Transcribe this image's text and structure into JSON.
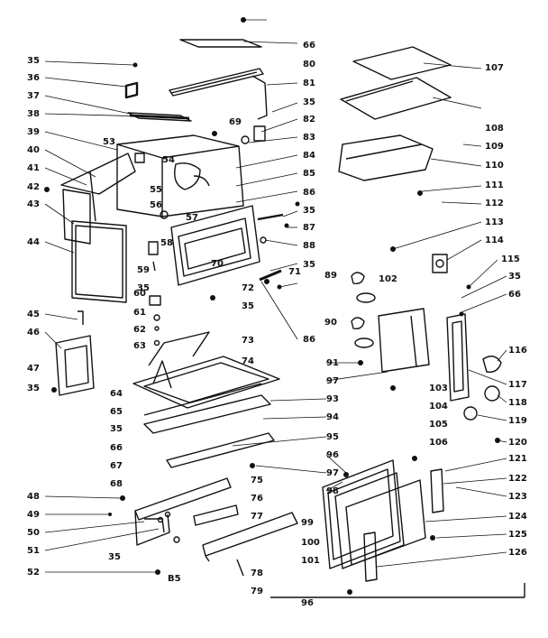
{
  "diagram": {
    "background": "#ffffff",
    "ink": "#111111",
    "callouts_left": [
      "35",
      "36",
      "37",
      "38",
      "39",
      "40",
      "41",
      "42",
      "43",
      "44",
      "45",
      "46",
      "47",
      "35",
      "48",
      "49",
      "50",
      "51",
      "35",
      "52"
    ],
    "callouts_center": [
      "53",
      "54",
      "55",
      "56",
      "57",
      "58",
      "59",
      "35",
      "60",
      "61",
      "62",
      "63",
      "64",
      "65",
      "35",
      "66",
      "67",
      "68",
      "69",
      "70",
      "71",
      "72",
      "35",
      "73",
      "74",
      "75",
      "76",
      "77",
      "78",
      "79",
      "B5"
    ],
    "callouts_middle": [
      "66",
      "80",
      "81",
      "35",
      "82",
      "83",
      "84",
      "85",
      "86",
      "35",
      "87",
      "88",
      "35",
      "86",
      "89",
      "90",
      "91",
      "93",
      "94",
      "95",
      "96",
      "97",
      "98",
      "99",
      "100",
      "101",
      "96",
      "102",
      "97",
      "103",
      "104",
      "105",
      "106"
    ],
    "callouts_right": [
      "107",
      "108",
      "109",
      "110",
      "111",
      "112",
      "113",
      "114",
      "115",
      "35",
      "66",
      "116",
      "117",
      "118",
      "119",
      "120",
      "121",
      "122",
      "123",
      "124",
      "125",
      "126"
    ]
  }
}
